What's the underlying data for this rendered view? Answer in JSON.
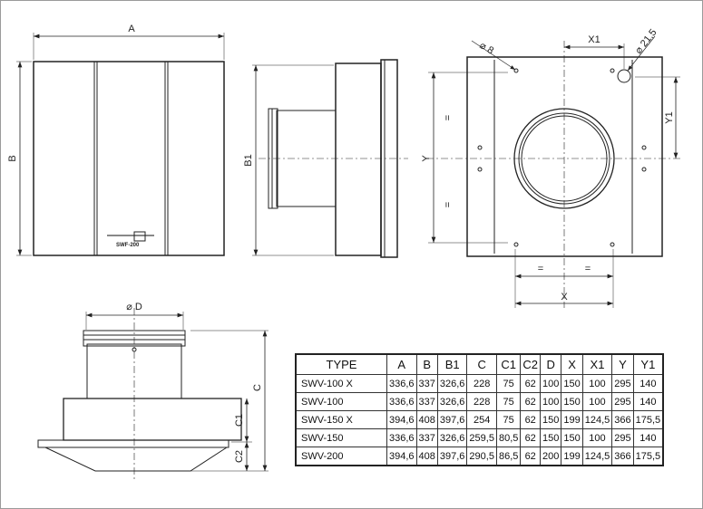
{
  "labels": {
    "A": "A",
    "B": "B",
    "B1": "B1",
    "Y": "Y",
    "Y1": "Y1",
    "X": "X",
    "X1": "X1",
    "phi8": "⌀ 8",
    "phi21": "⌀ 21,5",
    "eq": "=",
    "phiD": "⌀ D",
    "C": "C",
    "C1": "C1",
    "C2": "C2",
    "model": "SWF-200"
  },
  "table": {
    "headers": [
      "TYPE",
      "A",
      "B",
      "B1",
      "C",
      "C1",
      "C2",
      "D",
      "X",
      "X1",
      "Y",
      "Y1"
    ],
    "rows": [
      [
        "SWV-100 X",
        "336,6",
        "337",
        "326,6",
        "228",
        "75",
        "62",
        "100",
        "150",
        "100",
        "295",
        "140"
      ],
      [
        "SWV-100",
        "336,6",
        "337",
        "326,6",
        "228",
        "75",
        "62",
        "100",
        "150",
        "100",
        "295",
        "140"
      ],
      [
        "SWV-150 X",
        "394,6",
        "408",
        "397,6",
        "254",
        "75",
        "62",
        "150",
        "199",
        "124,5",
        "366",
        "175,5"
      ],
      [
        "SWV-150",
        "336,6",
        "337",
        "326,6",
        "259,5",
        "80,5",
        "62",
        "150",
        "150",
        "100",
        "295",
        "140"
      ],
      [
        "SWV-200",
        "394,6",
        "408",
        "397,6",
        "290,5",
        "86,5",
        "62",
        "200",
        "199",
        "124,5",
        "366",
        "175,5"
      ]
    ]
  }
}
